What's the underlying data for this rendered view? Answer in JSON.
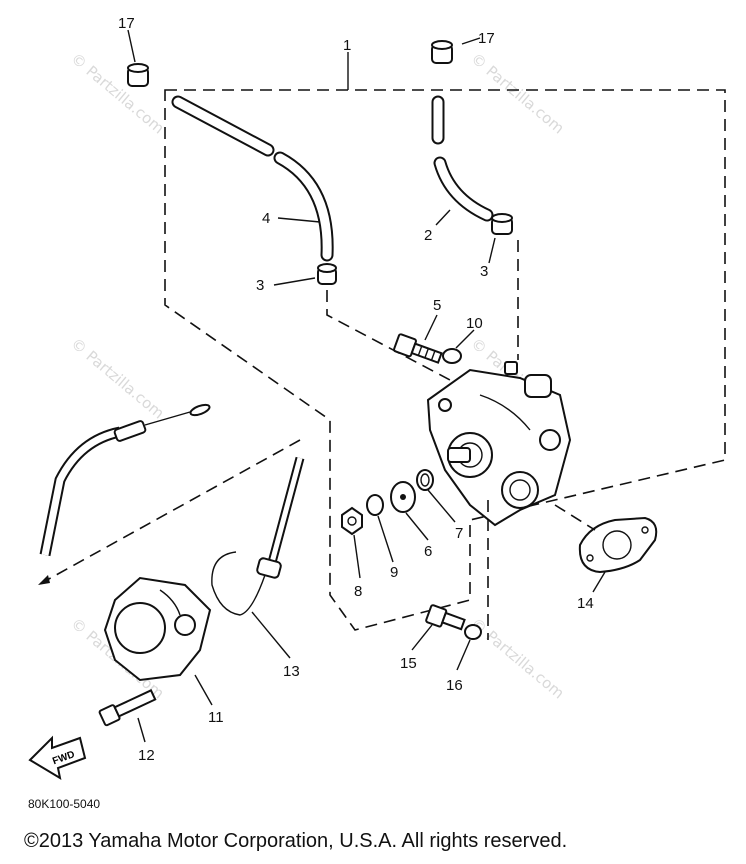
{
  "diagram": {
    "callouts": {
      "p1": "1",
      "p2": "2",
      "p3a": "3",
      "p3b": "3",
      "p4": "4",
      "p5": "5",
      "p6": "6",
      "p7": "7",
      "p8": "8",
      "p9": "9",
      "p10": "10",
      "p11": "11",
      "p12": "12",
      "p13": "13",
      "p14": "14",
      "p15": "15",
      "p16": "16",
      "p17a": "17",
      "p17b": "17"
    },
    "fwd_label": "FWD",
    "watermark": "© Partzilla.com",
    "diagram_code": "80K100-5040"
  },
  "footer": {
    "copyright": "©2013  Yamaha Motor Corporation, U.S.A. All rights reserved."
  }
}
